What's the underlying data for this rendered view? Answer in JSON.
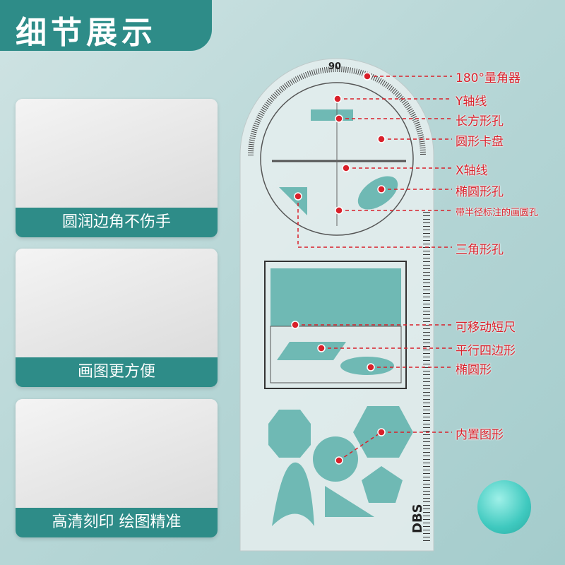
{
  "title": "细节展示",
  "cards": [
    {
      "caption": "圆润边角不伤手"
    },
    {
      "caption": "画图更方便"
    },
    {
      "caption": "高清刻印 绘图精准"
    }
  ],
  "callouts": [
    "180°量角器",
    "Y轴线",
    "长方形孔",
    "圆形卡盘",
    "X轴线",
    "椭圆形孔",
    "带半径标注的画圆孔",
    "三角形孔",
    "可移动短尺",
    "平行四边形",
    "椭圆形",
    "内置图形"
  ],
  "ruler": {
    "brand": "DBS",
    "protractor_top": "90"
  },
  "colors": {
    "accent": "#2e8c88",
    "callout": "#d9202a",
    "ruler_hole": "#6fb9b4"
  }
}
